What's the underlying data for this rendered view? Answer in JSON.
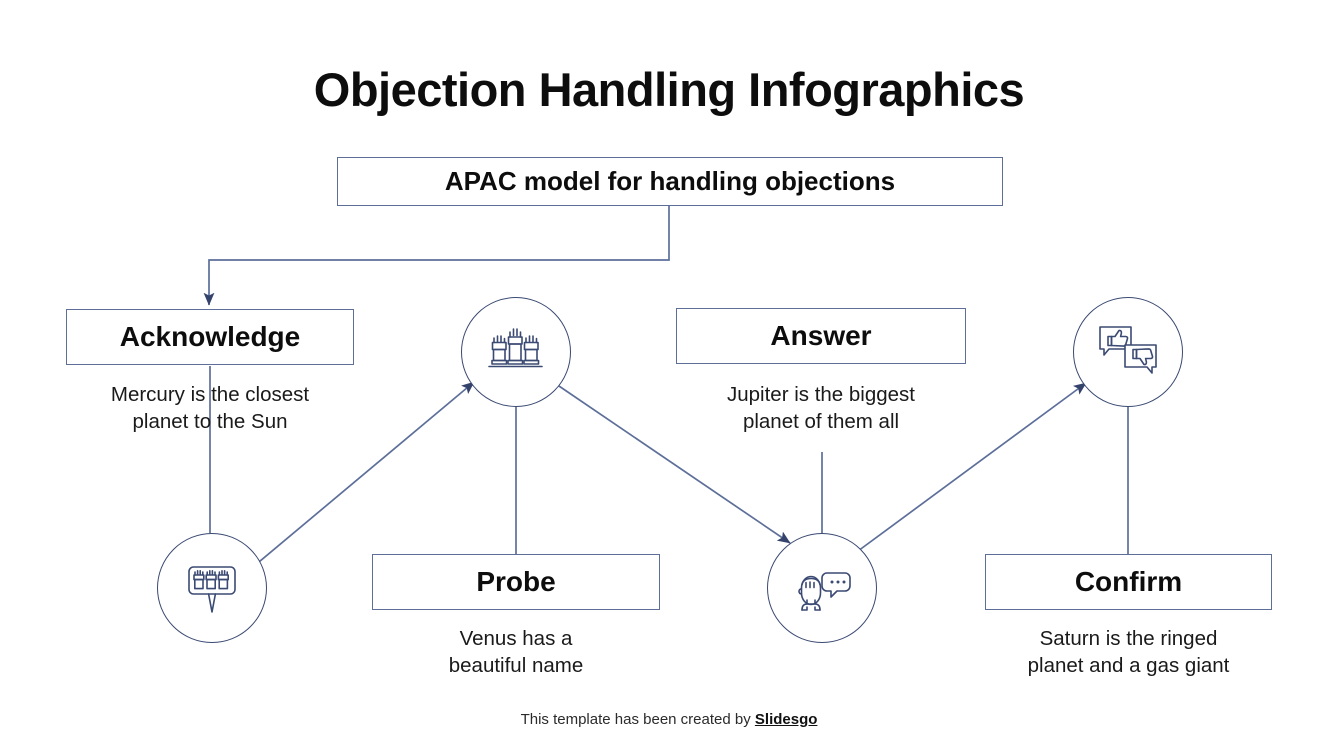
{
  "slide": {
    "title": "Objection Handling Infographics",
    "subtitle_box": "APAC model for handling objections",
    "background_color": "#ffffff",
    "line_color": "#5d6f99",
    "icon_color": "#3b4a73"
  },
  "stages": [
    {
      "key": "acknowledge",
      "label": "Acknowledge",
      "caption": "Mercury is the closest\nplanet to the Sun",
      "icon": "hands-in-frame-icon"
    },
    {
      "key": "probe",
      "label": "Probe",
      "caption": "Venus has a\nbeautiful name",
      "icon": "raised-hands-icon"
    },
    {
      "key": "answer",
      "label": "Answer",
      "caption": "Jupiter is  the biggest\nplanet of them all",
      "icon": "person-speech-bubble-icon"
    },
    {
      "key": "confirm",
      "label": "Confirm",
      "caption": "Saturn is the ringed\nplanet and a gas giant",
      "icon": "thumbs-feedback-icon"
    }
  ],
  "footer": {
    "text": "This template has been created by ",
    "brand": "Slidesgo"
  }
}
